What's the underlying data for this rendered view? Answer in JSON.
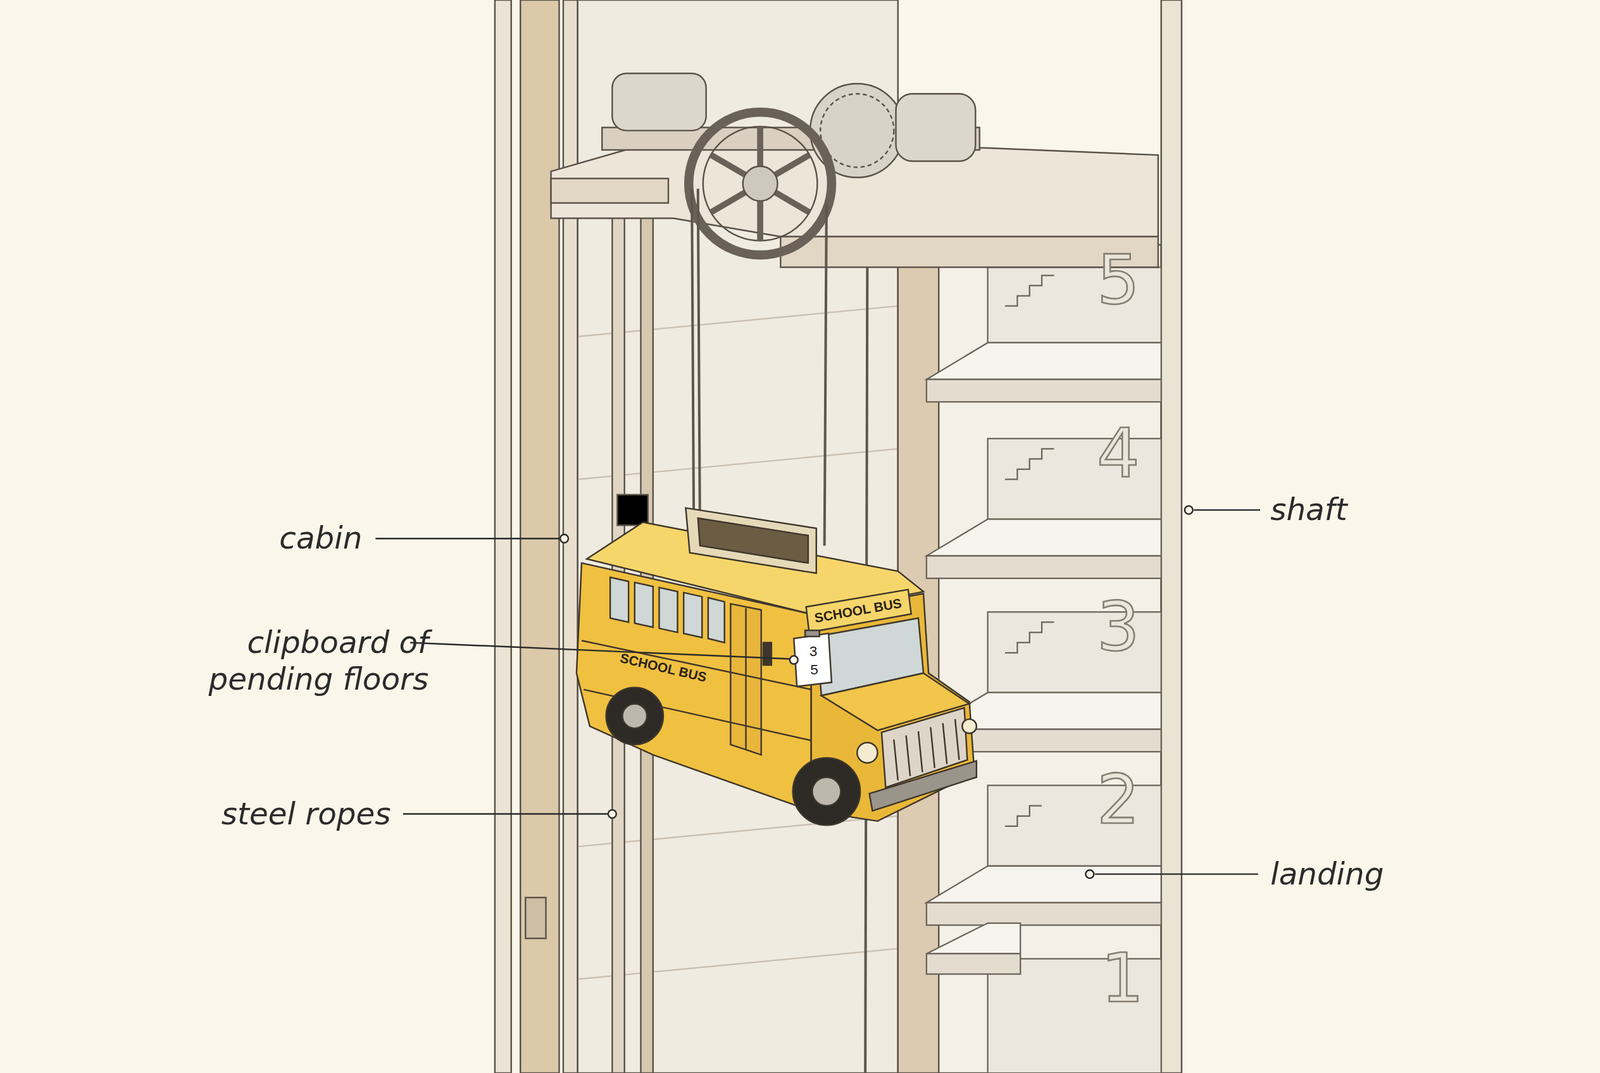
{
  "diagram": {
    "labels": [
      "cabin",
      "clipboard of pending floors",
      "steel ropes",
      "shaft",
      "landing",
      "5",
      "4",
      "3",
      "2",
      "1",
      "SCHOOL BUS",
      "SCHOOL BUS",
      "3",
      "5"
    ]
  }
}
